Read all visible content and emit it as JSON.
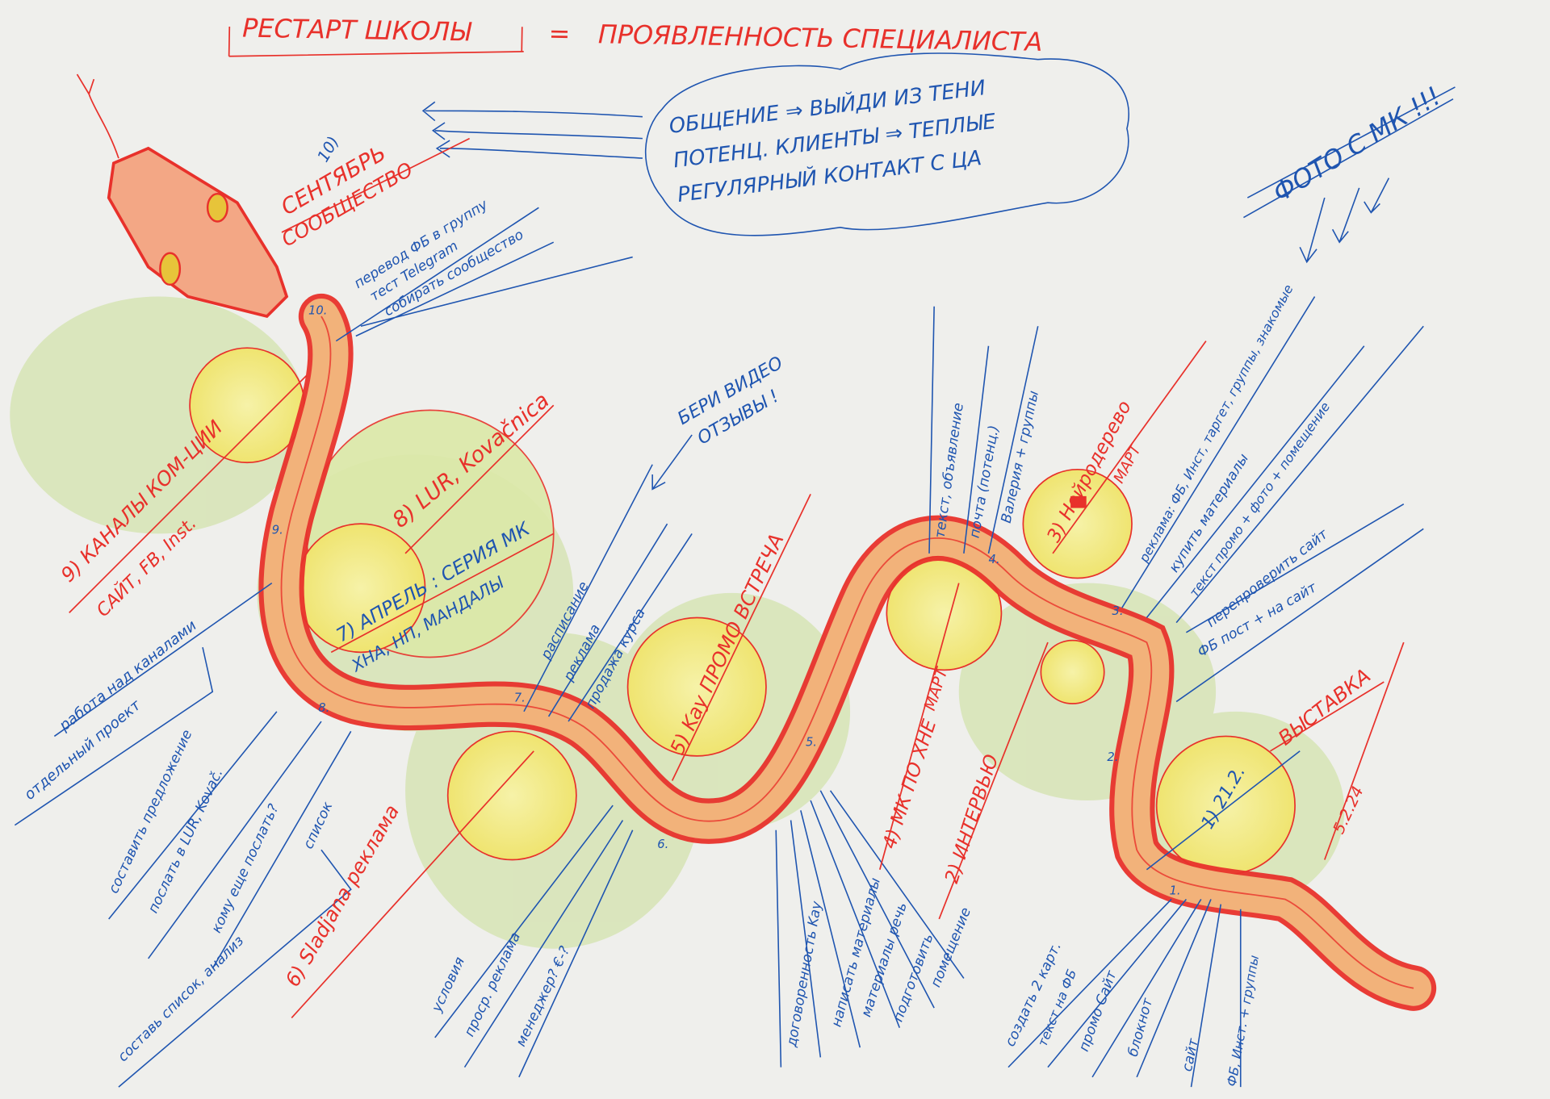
{
  "title": {
    "left": "РЕСТАРТ ШКОЛЫ",
    "eq": "=",
    "right": "ПРОЯВЛЕННОСТЬ СПЕЦИАЛИСТА"
  },
  "cloud": {
    "lines": [
      "ОБЩЕНИЕ ⇒ ВЫЙДИ ИЗ ТЕНИ",
      "ПОТЕНЦ. КЛИЕНТЫ ⇒ ТЕПЛЫЕ",
      "РЕГУЛЯРНЫЙ КОНТАКТ С ЦА"
    ]
  },
  "photo_note": "ФОТО С МК !!!",
  "video_note": {
    "line1": "БЕРИ ВИДЕО",
    "line2": "ОТЗЫВЫ !"
  },
  "colors": {
    "red": "#e8312b",
    "blue": "#1f55b0",
    "yellow": "#f3ee8a",
    "green": "#c6dc95",
    "orange": "#f0a060"
  },
  "stages": {
    "s10": {
      "num": "10)",
      "title": "СЕНТЯБРЬ",
      "sub": "СООБЩЕСТВО",
      "marker": "10.",
      "tasks": [
        "перевод ФБ в группу",
        "тест Telegram",
        "собирать сообщество"
      ]
    },
    "s9": {
      "title": "9) КАНАЛЫ КОМ-ЦИИ",
      "sub": "САЙТ, FB, Inst.",
      "marker": "9.",
      "tasks": [
        "работа над каналами",
        "отдельный проект"
      ]
    },
    "s8": {
      "title": "8) LUR, Kovačnica",
      "marker": "8.",
      "tasks": [
        "составить предложение",
        "послать в LUR, Kovač.",
        "кому еще послать?",
        "список",
        "составь список, анализ"
      ]
    },
    "s7": {
      "title": "7) АПРЕЛЬ : СЕРИЯ МК",
      "sub": "ХНА, НП, МАНДАЛЫ",
      "marker": "7.",
      "tasks": [
        "расписание",
        "реклама",
        "продажа курса"
      ]
    },
    "s6": {
      "title": "6) Sladjana реклама",
      "marker": "6.",
      "tasks": [
        "условия",
        "проср. реклама",
        "менеджер? €-?"
      ]
    },
    "s5": {
      "title": "5) Kay ПРОМО ВСТРЕЧА",
      "marker": "5.",
      "tasks": [
        "договоренность Kay",
        "написать материалы",
        "материалы речь",
        "подготовить",
        "помещение"
      ]
    },
    "s4": {
      "title": "4) МК ПО ХНЕ",
      "sub": "МАРТ",
      "marker": "4.",
      "tasks": [
        "текст, объявление",
        "почта (потенц.)",
        "Валерия + группы"
      ]
    },
    "s3": {
      "title": "3) Нейродерево",
      "sub": "МАРТ",
      "marker": "3.",
      "tasks": [
        "реклама: ФБ, Инст, таргет, группы, знакомые",
        "купить материалы",
        "текст промо + фото + помещение",
        "перепроверить сайт",
        "ФБ пост + на сайт"
      ]
    },
    "s2": {
      "title": "2) ИНТЕРВЬЮ",
      "marker": "2."
    },
    "s1": {
      "title": "1) 21.2.",
      "sub": "ВЫСТАВКА",
      "date": "5.2.24",
      "marker": "1.",
      "tasks": [
        "создать 2 карт.",
        "текст на ФБ",
        "промо Сайт",
        "блокнот",
        "сайт",
        "ФБ, Инст. + группы"
      ]
    }
  }
}
